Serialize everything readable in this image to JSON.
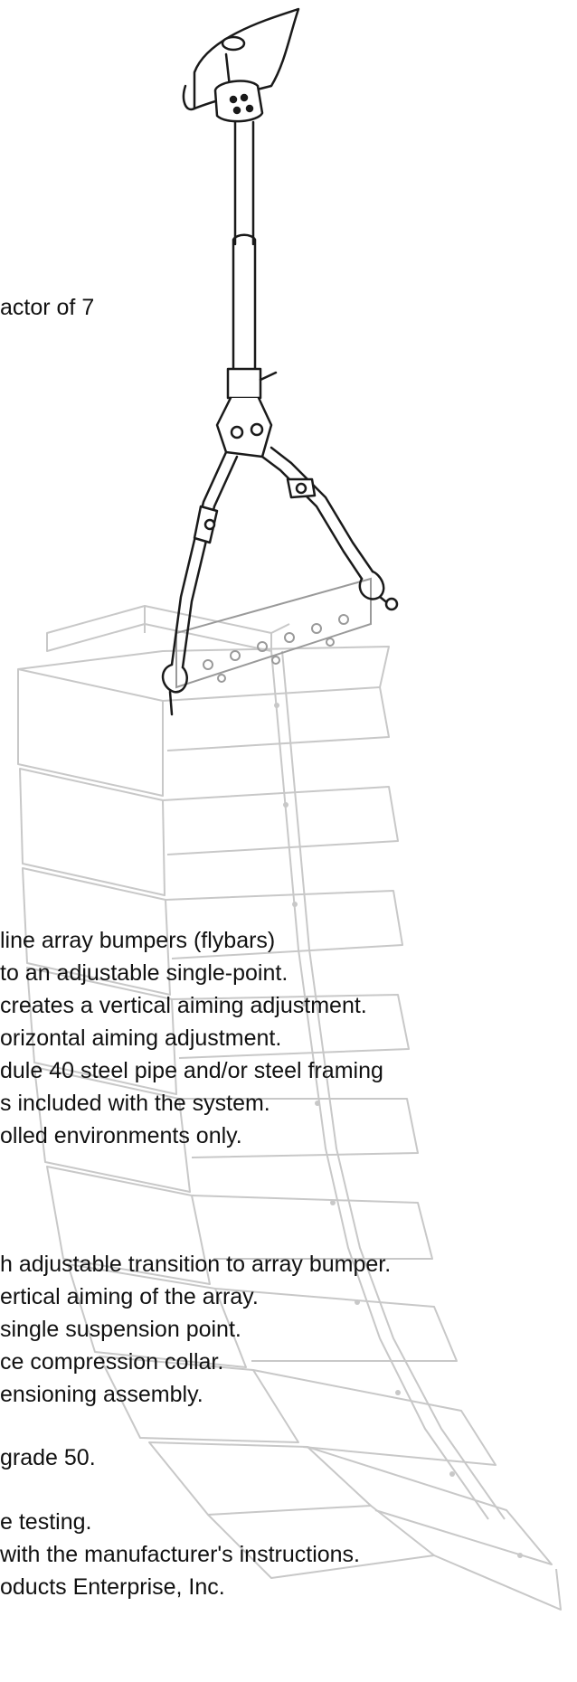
{
  "document": {
    "top_line": "actor of 7",
    "feature_lines": [
      "line array bumpers (flybars)",
      "to an adjustable single-point.",
      "creates a vertical aiming adjustment.",
      "orizontal aiming adjustment.",
      "dule 40 steel pipe and/or steel framing",
      "s included with the system.",
      "olled environments only."
    ],
    "component_lines": [
      "h adjustable transition to array bumper.",
      "ertical aiming of the array.",
      " single suspension point.",
      "ce compression collar.",
      "ensioning assembly."
    ],
    "material_line": " grade 50.",
    "footer_lines": [
      "e testing.",
      "with the manufacturer's instructions.",
      "oducts Enterprise, Inc."
    ]
  },
  "colors": {
    "text": "#111111",
    "rig_stroke": "#1a1a1a",
    "cabinet_stroke": "#c8c8c8"
  }
}
